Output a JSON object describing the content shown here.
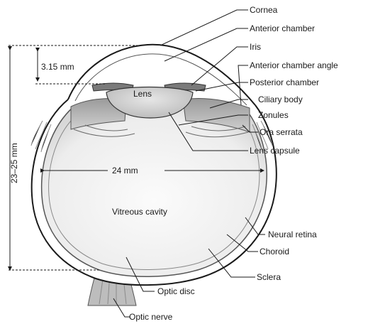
{
  "labels": {
    "cornea": "Cornea",
    "anterior_chamber": "Anterior chamber",
    "iris": "Iris",
    "anterior_chamber_angle": "Anterior chamber angle",
    "posterior_chamber": "Posterior chamber",
    "ciliary_body": "Ciliary body",
    "zonules": "Zonules",
    "ora_serrata": "Ora serrata",
    "lens_capsule": "Lens capsule",
    "neural_retina": "Neural retina",
    "choroid": "Choroid",
    "sclera": "Sclera",
    "optic_disc": "Optic disc",
    "optic_nerve": "Optic nerve"
  },
  "inner_labels": {
    "lens": "Lens",
    "vitreous_cavity": "Vitreous cavity"
  },
  "dimensions": {
    "anterior_chamber_depth": "3.15 mm",
    "horizontal_diameter": "24 mm",
    "axial_length": "23–25 mm"
  },
  "colors": {
    "ink": "#1a1a1a",
    "tissue_gray": "#c8c8c8",
    "vitreous": "#f2f2f2"
  }
}
